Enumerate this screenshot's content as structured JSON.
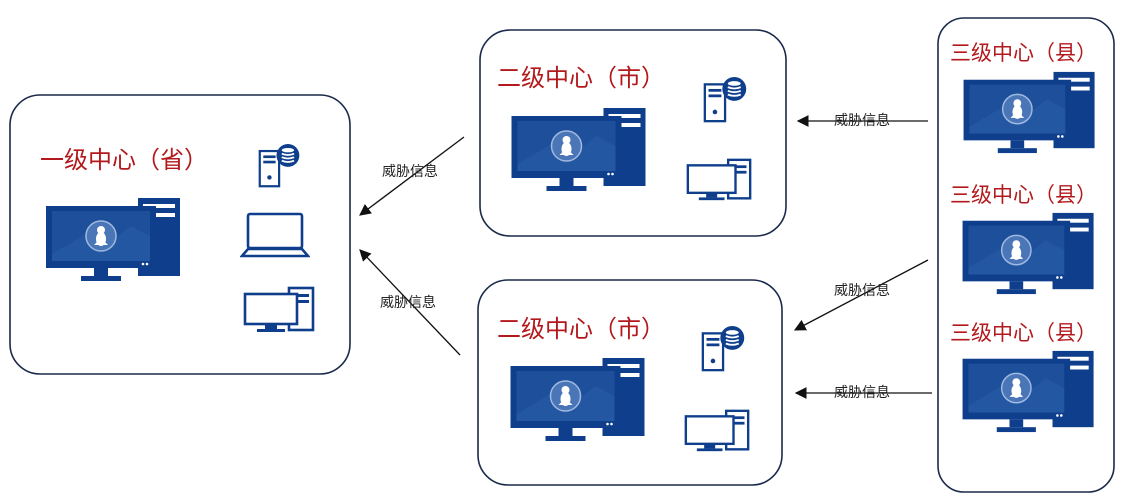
{
  "colors": {
    "title": "#b3191c",
    "icon_blue": "#0f3f8c",
    "screen_blue": "#1d4f9a",
    "border": "#1a2a4a"
  },
  "provincial": {
    "title": "一级中心（省）"
  },
  "city_top": {
    "title": "二级中心（市）"
  },
  "city_bottom": {
    "title": "二级中心（市）"
  },
  "counties": [
    {
      "title": "三级中心（县）"
    },
    {
      "title": "三级中心（县）"
    },
    {
      "title": "三级中心（县）"
    }
  ],
  "edges": [
    {
      "from": "city_top",
      "to": "provincial",
      "label": "威胁信息"
    },
    {
      "from": "city_bottom",
      "to": "provincial",
      "label": "威胁信息"
    },
    {
      "from": "county_1",
      "to": "city_top",
      "label": "威胁信息"
    },
    {
      "from": "county_2",
      "to": "city_bottom",
      "label": "威胁信息"
    },
    {
      "from": "county_3",
      "to": "city_bottom",
      "label": "威胁信息"
    }
  ],
  "icons": {
    "linux_workstation": "linux-workstation-icon",
    "database_server": "database-server-icon",
    "laptop": "laptop-icon",
    "desktop": "desktop-computer-icon"
  }
}
